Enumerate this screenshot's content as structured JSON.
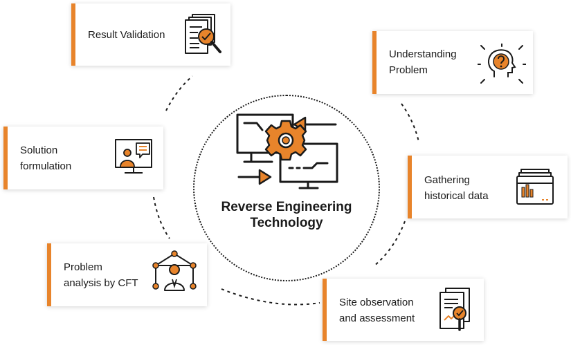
{
  "center": {
    "title_line1": "Reverse Engineering",
    "title_line2": "Technology"
  },
  "steps": [
    {
      "line1": "Result Validation",
      "line2": "",
      "icon": "document-check-magnifier-icon"
    },
    {
      "line1": "Understanding",
      "line2": "Problem",
      "icon": "head-question-icon"
    },
    {
      "line1": "Gathering",
      "line2": "historical data",
      "icon": "data-folder-icon"
    },
    {
      "line1": "Site observation",
      "line2": "and assessment",
      "icon": "document-search-icon"
    },
    {
      "line1": "Problem",
      "line2": "analysis by CFT",
      "icon": "team-network-icon"
    },
    {
      "line1": "Solution",
      "line2": "formulation",
      "icon": "presenter-screen-icon"
    }
  ],
  "colors": {
    "accent": "#e8842b",
    "ink": "#1a1a1a"
  },
  "center_icon": "monitors-gear-arrows-icon"
}
